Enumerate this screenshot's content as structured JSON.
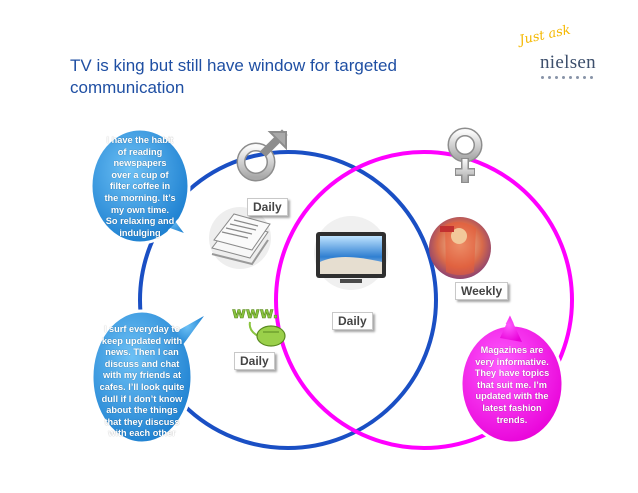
{
  "slide": {
    "title": "TV is king but still have window for targeted communication"
  },
  "logo": {
    "tagline": "Just ask",
    "wordmark": "nielsen"
  },
  "venn": {
    "male_circle_color": "#1a4fc4",
    "female_circle_color": "#ff00ff",
    "male_symbol": "male-symbol-icon",
    "female_symbol": "female-symbol-icon"
  },
  "media_labels": {
    "newspaper": "Daily",
    "tv": "Daily",
    "magazine": "Weekly",
    "internet": "Daily"
  },
  "quotes": {
    "newspaper": "I have the habit of reading newspapers over a cup of filter coffee in the morning. It’s my own time. So relaxing and indulging",
    "internet": "I surf everyday to keep updated with news. Then I can discuss and chat with my friends at cafes. I’ll look quite dull if I don’t know about the things that they discuss with each other",
    "magazine": "Magazines are very informative. They have topics that suit me. I’m updated with the latest fashion trends."
  },
  "colors": {
    "title": "#1f4fa3",
    "bubble_blue": "#2f8fd8",
    "bubble_pink": "#ff00ee"
  }
}
